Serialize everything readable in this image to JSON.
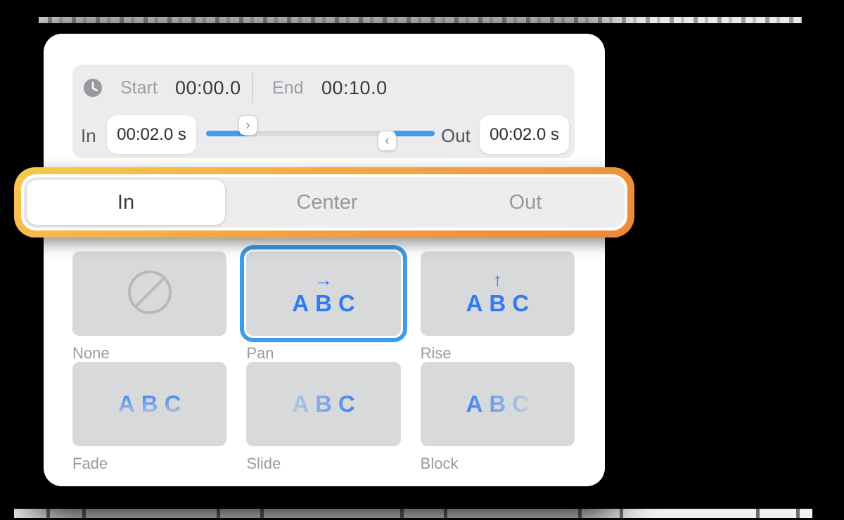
{
  "timing_panel": {
    "clock_icon": "clock",
    "start": {
      "label": "Start",
      "value": "00:00.0"
    },
    "end": {
      "label": "End",
      "value": "00:10.0"
    },
    "in": {
      "label": "In",
      "value": "00:02.0 s"
    },
    "out": {
      "label": "Out",
      "value": "00:02.0 s"
    },
    "slider": {
      "left_handle_glyph": "›",
      "right_handle_glyph": "‹"
    }
  },
  "position_tabs": {
    "selected": "In",
    "items": [
      {
        "label": "In"
      },
      {
        "label": "Center"
      },
      {
        "label": "Out"
      }
    ],
    "highlight_colors": {
      "top_left": "#f8ca4f",
      "bottom_right": "#ee8737"
    }
  },
  "animation_grid": {
    "abc": "ABC",
    "accent_blue": "#2e7bf5",
    "selection_border_blue": "#3b9ce9",
    "tiles": [
      {
        "label": "None",
        "icon": "prohibited"
      },
      {
        "label": "Pan",
        "icon": "abc-arrow-right",
        "arrow": "→",
        "selected": true
      },
      {
        "label": "Rise",
        "icon": "abc-arrow-up",
        "arrow": "↑"
      },
      {
        "label": "Fade",
        "icon": "abc-fade-down"
      },
      {
        "label": "Slide",
        "icon": "abc-reveal-right"
      },
      {
        "label": "Block",
        "icon": "abc-reveal-left"
      }
    ]
  }
}
